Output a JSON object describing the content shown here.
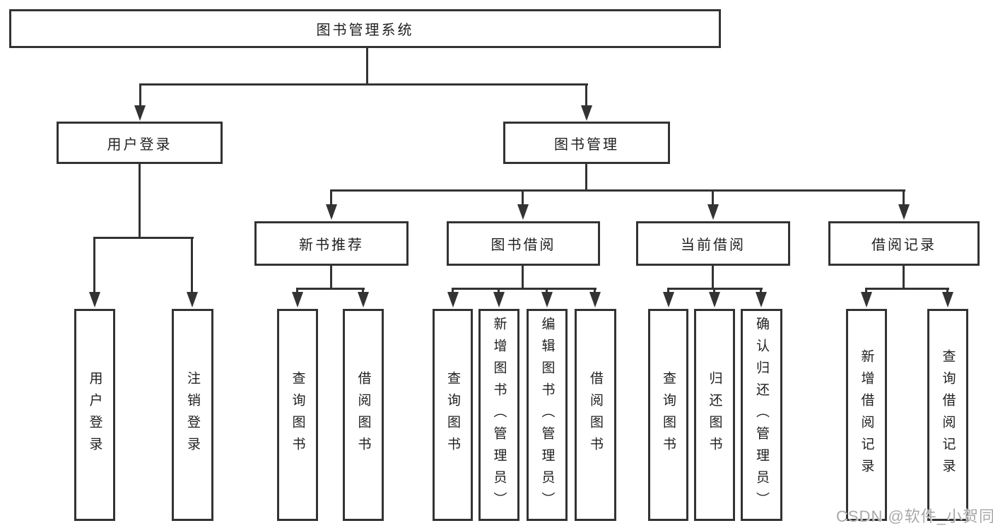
{
  "root": {
    "label": "图书管理系统"
  },
  "login": {
    "label": "用户登录",
    "children": [
      {
        "label": "用户登录"
      },
      {
        "label": "注销登录"
      }
    ]
  },
  "mgmt": {
    "label": "图书管理",
    "groups": [
      {
        "label": "新书推荐",
        "children": [
          {
            "label": "查询图书"
          },
          {
            "label": "借阅图书"
          }
        ]
      },
      {
        "label": "图书借阅",
        "children": [
          {
            "label": "查询图书"
          },
          {
            "label": "新增图书（管理员）"
          },
          {
            "label": "编辑图书（管理员）"
          },
          {
            "label": "借阅图书"
          }
        ]
      },
      {
        "label": "当前借阅",
        "children": [
          {
            "label": "查询图书"
          },
          {
            "label": "归还图书"
          },
          {
            "label": "确认归还（管理员）"
          }
        ]
      },
      {
        "label": "借阅记录",
        "children": [
          {
            "label": "新增借阅记录"
          },
          {
            "label": "查询借阅记录"
          }
        ]
      }
    ]
  },
  "watermark": {
    "text": "CSDN @软件_小贺同学"
  },
  "colors": {
    "line": "#333333",
    "text": "#1f1f1f",
    "watermark": "#a9a9a9",
    "background": "#ffffff"
  }
}
